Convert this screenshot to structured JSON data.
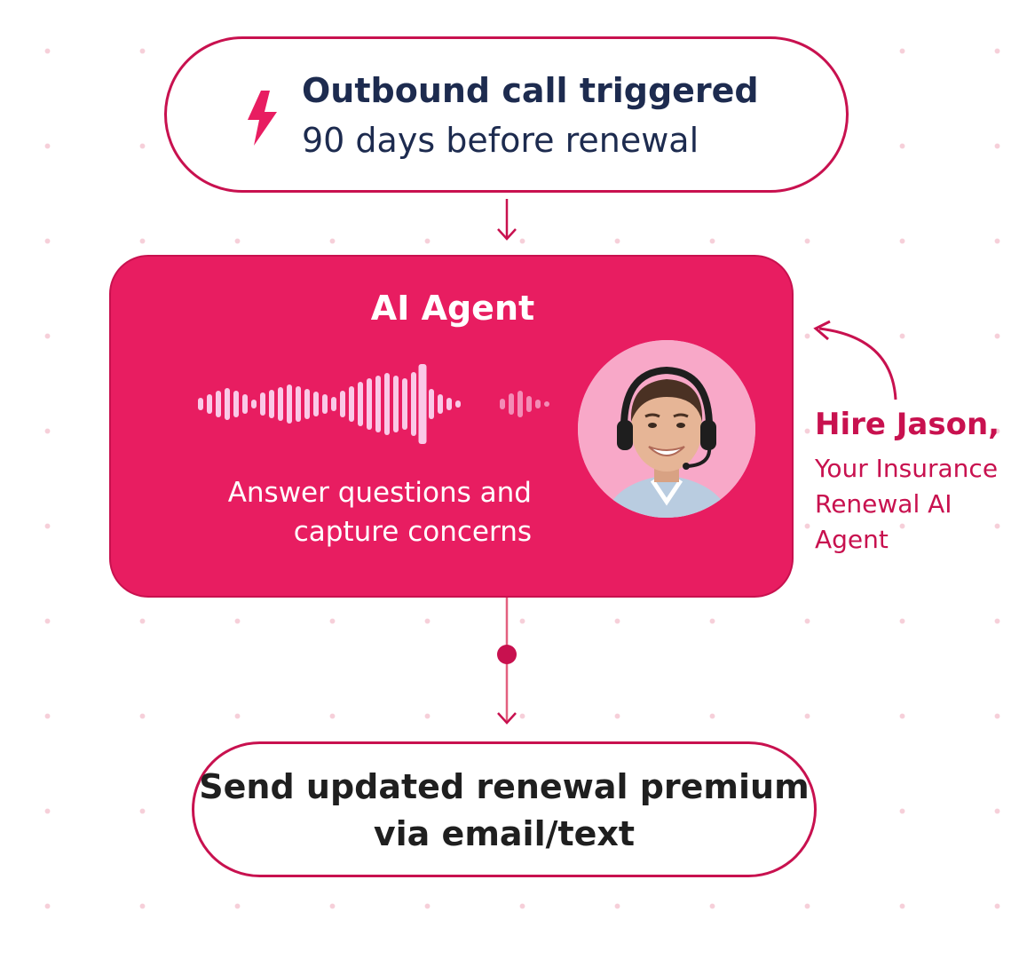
{
  "trigger": {
    "icon": "lightning-bolt-icon",
    "title": "Outbound call triggered",
    "subtitle": "90 days before renewal"
  },
  "agent": {
    "title": "AI Agent",
    "waveform_icon": "audio-waveform-icon",
    "description": "Answer questions and capture concerns",
    "avatar_icon": "agent-avatar-with-headset"
  },
  "hire": {
    "title": "Hire Jason,",
    "subtitle": "Your Insurance Renewal AI Agent"
  },
  "result": {
    "text": "Send updated renewal premium via email/text"
  },
  "colors": {
    "accent": "#e81d61",
    "border": "#c8114f",
    "navy_text": "#1d2b4f",
    "dark_text": "#1f1f1f",
    "dots": "#f6cfd9"
  }
}
